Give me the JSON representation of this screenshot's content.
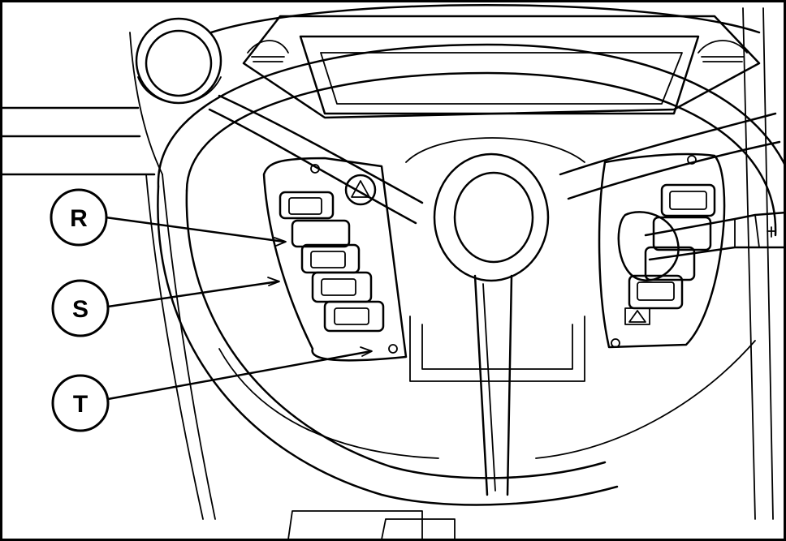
{
  "callouts": [
    {
      "id": "R",
      "label": "R"
    },
    {
      "id": "S",
      "label": "S"
    },
    {
      "id": "T",
      "label": "T"
    }
  ],
  "colors": {
    "line": "#000000",
    "background": "#ffffff"
  },
  "icons": [
    "steering-wheel-icon",
    "left-switch-panel-icon",
    "right-switch-panel-icon",
    "hazard-warning-icon",
    "multifunction-stalk-icon",
    "cup-holder-icon"
  ]
}
